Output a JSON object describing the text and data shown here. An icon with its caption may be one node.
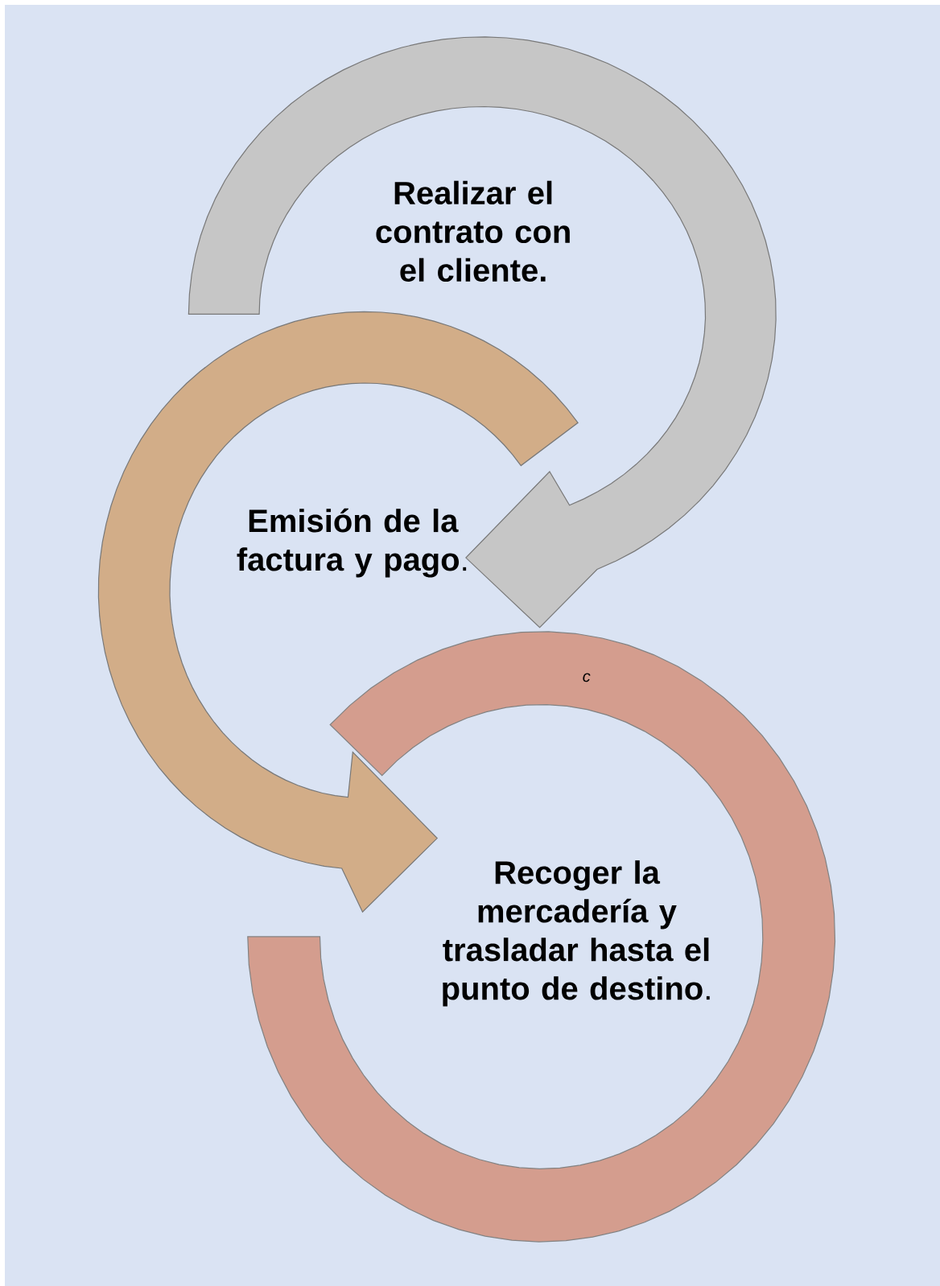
{
  "diagram": {
    "nodes": [
      {
        "text": [
          "Realizar el contrato con el cliente."
        ]
      },
      {
        "text": [
          "**Emisión de la factura y pago**."
        ]
      },
      {
        "text": [
          "**Recoger la mercadería y trasladar hasta el punto de destino**."
        ]
      }
    ],
    "edges": [
      {
        "from": 0,
        "to": 1,
        "arrow": "to",
        "color": "#c6c6c6"
      },
      {
        "from": 1,
        "to": 2,
        "arrow": "to",
        "color": "#d2ad88"
      }
    ],
    "labels": [
      "c"
    ]
  }
}
